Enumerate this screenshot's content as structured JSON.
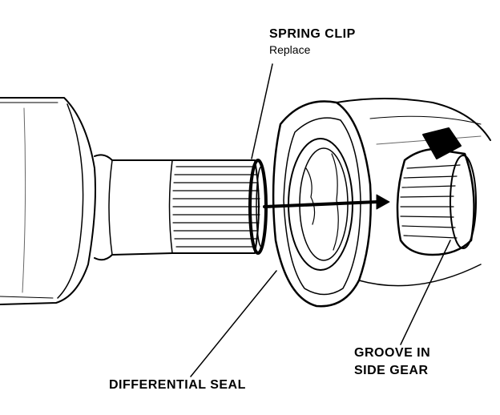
{
  "labels": {
    "spring_clip": "SPRING CLIP",
    "spring_clip_note": "Replace",
    "groove_line1": "GROOVE IN",
    "groove_line2": "SIDE GEAR",
    "differential_seal": "DIFFERENTIAL SEAL"
  },
  "colors": {
    "ink": "#000000",
    "paper": "#ffffff"
  }
}
